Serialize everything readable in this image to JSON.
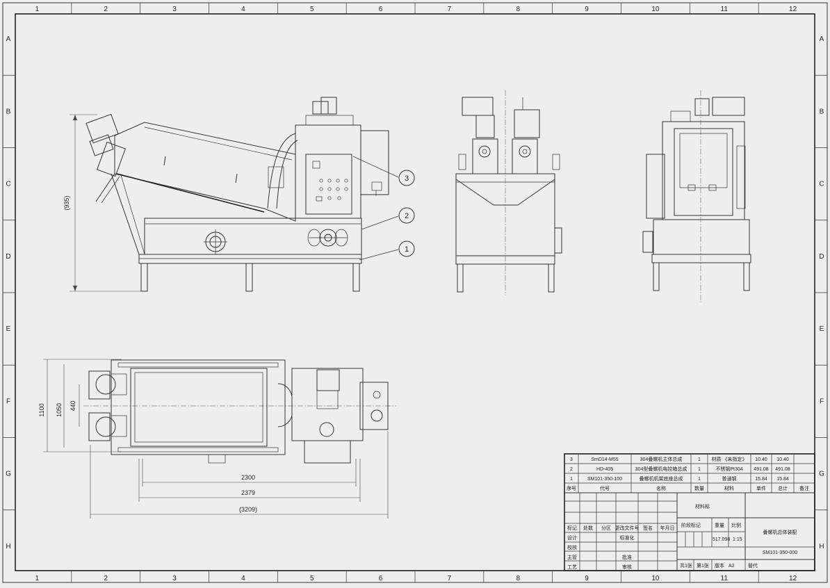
{
  "zones": {
    "columns": [
      "1",
      "2",
      "3",
      "4",
      "5",
      "6",
      "7",
      "8",
      "9",
      "10",
      "11",
      "12"
    ],
    "rows": [
      "A",
      "B",
      "C",
      "D",
      "E",
      "F",
      "G",
      "H"
    ]
  },
  "dimensions": {
    "side_height": "(935)",
    "width_outer": "1100",
    "width_mid": "1050",
    "width_inner": "440",
    "len_2300": "2300",
    "len_2379": "2379",
    "len_total": "(3209)"
  },
  "callouts": [
    "3",
    "2",
    "1"
  ],
  "bom": {
    "rows": [
      {
        "no": "3",
        "code": "SmD14-M55",
        "name": "304叠螺机主体总成",
        "qty": "1",
        "material": "材质 《未指定》",
        "unit_wt": "10.40",
        "total_wt": "10.40"
      },
      {
        "no": "2",
        "code": "HD-405",
        "name": "304型叠螺机电控箱总成",
        "qty": "1",
        "material": "不锈钢Pt304",
        "unit_wt": "491.08",
        "total_wt": "491.08"
      },
      {
        "no": "1",
        "code": "SM101-350-100",
        "name": "叠螺机机架底座总成",
        "qty": "1",
        "material": "普通钢",
        "unit_wt": "15.84",
        "total_wt": "15.84"
      }
    ],
    "header": [
      "序号",
      "代号",
      "名称",
      "数量",
      "材料",
      "单件",
      "总计",
      "备注"
    ]
  },
  "title_block": {
    "left_labels": [
      "标记",
      "处数",
      "分区",
      "更改文件号",
      "签名",
      "年月日"
    ],
    "role_labels": [
      "设计",
      "校核",
      "主管",
      "工艺"
    ],
    "role_labels2": [
      "标准化",
      "",
      "批准",
      "审核"
    ],
    "material_mark": "材料标",
    "stage_labels": [
      "阶段标记",
      "重量",
      "比例"
    ],
    "weight": "517.098",
    "scale": "1:15",
    "drawing_name": "叠螺机总体装配",
    "drawing_code": "SM101-350-000",
    "sheets_total": "共1张",
    "sheet_no": "第1张",
    "format_label": "版本",
    "format_value": "A2",
    "replaces": "替代"
  }
}
